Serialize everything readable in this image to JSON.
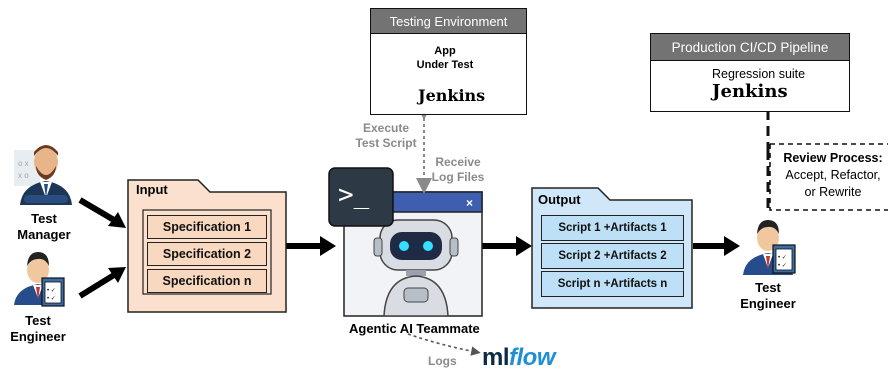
{
  "testing_environment": {
    "header": "Testing Environment",
    "app_under_test_line1": "App",
    "app_under_test_line2": "Under Test",
    "tool": "Jenkins"
  },
  "production_pipeline": {
    "header": "Production CI/CD Pipeline",
    "subtitle": "Regression suite",
    "tool": "Jenkins"
  },
  "actors": {
    "manager_line1": "Test",
    "manager_line2": "Manager",
    "engineer_left_line1": "Test",
    "engineer_left_line2": "Engineer",
    "engineer_right_line1": "Test",
    "engineer_right_line2": "Engineer"
  },
  "input_folder": {
    "title": "Input",
    "items": [
      "Specification 1",
      "Specification 2",
      "Specification n"
    ]
  },
  "agent": {
    "label": "Agentic AI Teammate",
    "terminal_prompt": ">_"
  },
  "arrows": {
    "execute_line1": "Execute",
    "execute_line2": "Test Script",
    "receive_line1": "Receive",
    "receive_line2": "Log Files",
    "logs": "Logs"
  },
  "output_folder": {
    "title": "Output",
    "items": [
      "Script 1 +Artifacts 1",
      "Script 2 +Artifacts 2",
      "Script n +Artifacts n"
    ]
  },
  "review": {
    "title": "Review Process:",
    "line2": "Accept, Refactor,",
    "line3": "or Rewrite"
  },
  "mlflow": {
    "part1": "ml",
    "part2": "flow"
  },
  "colors": {
    "input_folder": "#fbe1cd",
    "output_folder": "#cfe7f8",
    "env_header": "#737373",
    "robot_window": "#3e5fb0",
    "mlflow_blue": "#1e8fd6"
  }
}
